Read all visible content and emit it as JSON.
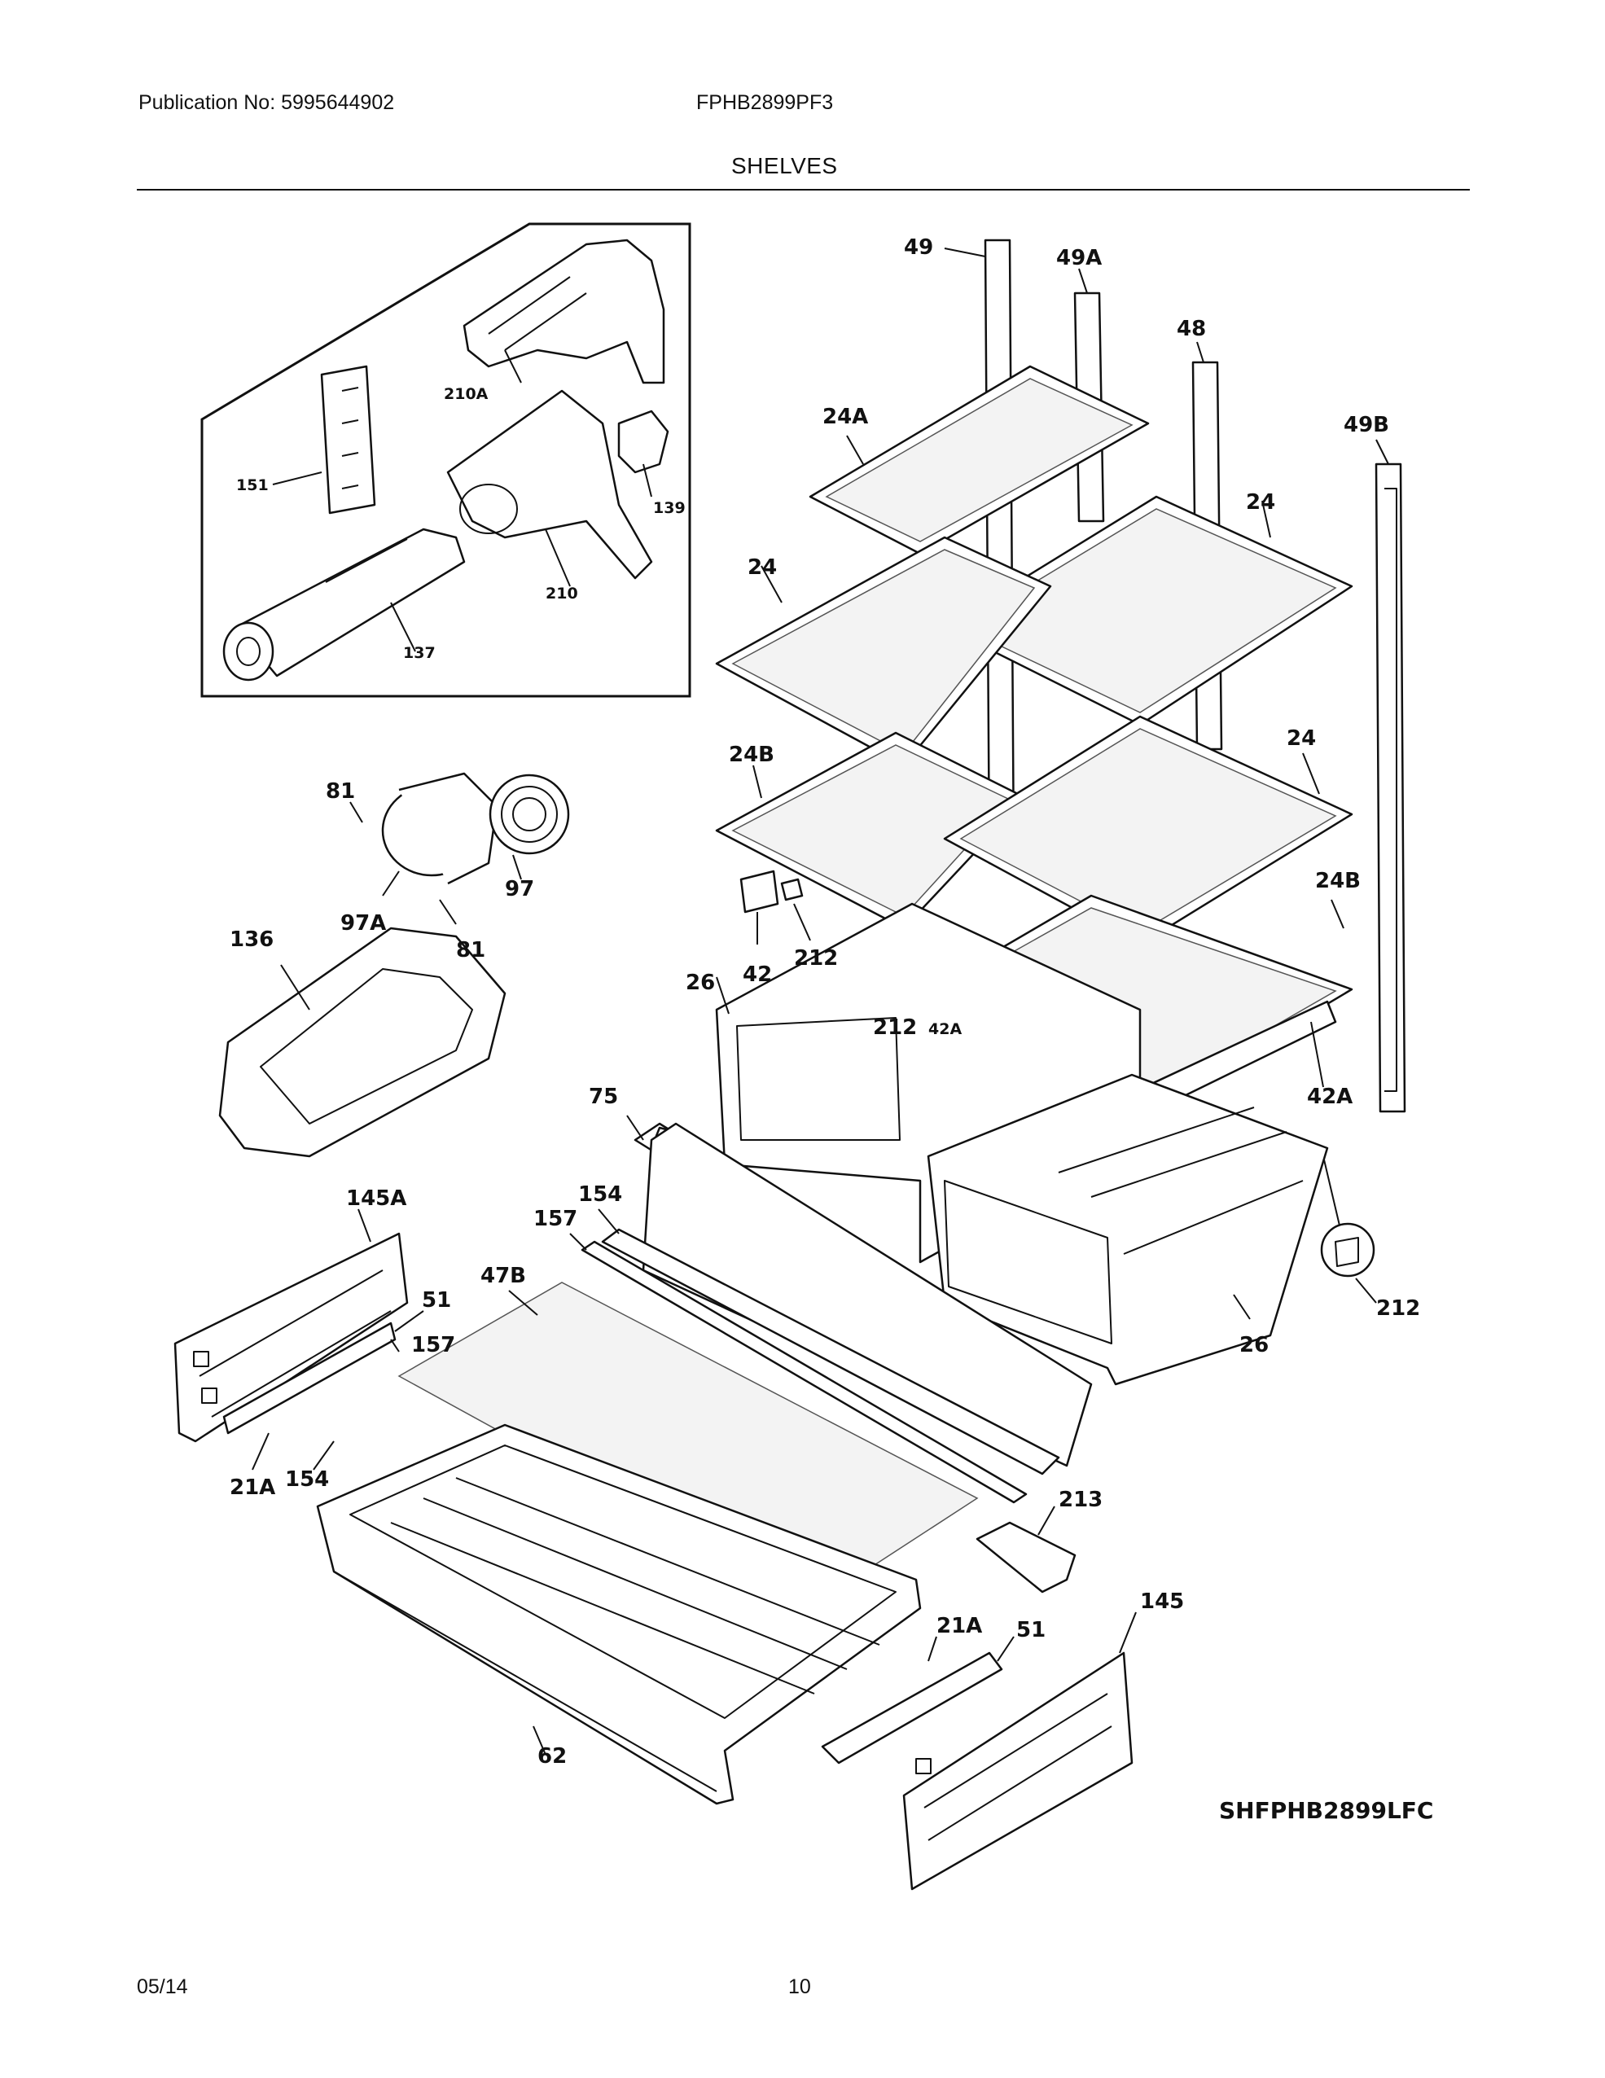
{
  "header": {
    "publication": "Publication No: 5995644902",
    "model": "FPHB2899PF3",
    "section_title": "SHELVES"
  },
  "footer": {
    "date": "05/14",
    "page_number": "10"
  },
  "diagram": {
    "diagram_code": "SHFPHB2899LFC",
    "callouts": {
      "c_49": "49",
      "c_49A": "49A",
      "c_48": "48",
      "c_49B": "49B",
      "c_24A": "24A",
      "c_24_top_right": "24",
      "c_24_left": "24",
      "c_24_mid_right": "24",
      "c_24B_left": "24B",
      "c_24B_right": "24B",
      "c_42": "42",
      "c_212_a": "212",
      "c_26_left": "26",
      "c_212_b": "212",
      "c_42A_mid": "42A",
      "c_42A_right": "42A",
      "c_212_right": "212",
      "c_26_right": "26",
      "c_75": "75",
      "c_154_top": "154",
      "c_157_top": "157",
      "c_47B": "47B",
      "c_145A": "145A",
      "c_51_left": "51",
      "c_157_left": "157",
      "c_21A_left": "21A",
      "c_154_left": "154",
      "c_213": "213",
      "c_145": "145",
      "c_21A_right": "21A",
      "c_51_right": "51",
      "c_62": "62",
      "c_81_top": "81",
      "c_97": "97",
      "c_97A": "97A",
      "c_81_bottom": "81",
      "c_136": "136",
      "c_151": "151",
      "c_210A": "210A",
      "c_139": "139",
      "c_210": "210",
      "c_137": "137"
    }
  }
}
